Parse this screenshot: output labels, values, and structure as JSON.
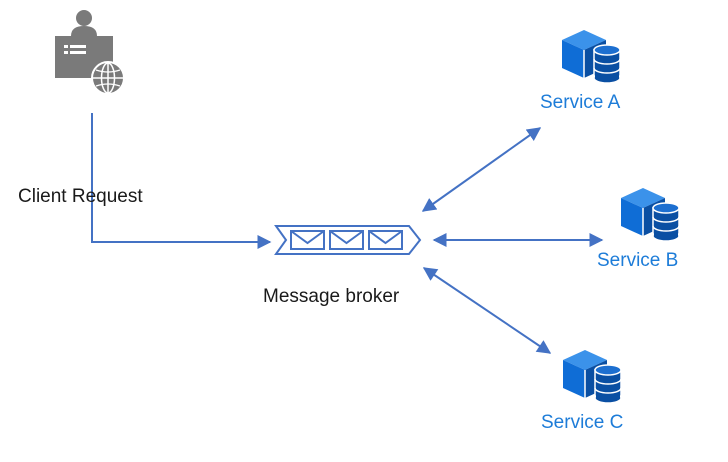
{
  "colors": {
    "connector": "#4472c4",
    "service_blue": "#0f6dd6",
    "service_blue_dark": "#0a4fa3",
    "client_gray": "#7a7a7a",
    "label_dark": "#1a1a1a",
    "label_blue": "#1d7cd8"
  },
  "client": {
    "icon": "client-computer-globe-icon",
    "label": "Client Request"
  },
  "broker": {
    "icon": "message-queue-icon",
    "label": "Message broker"
  },
  "services": [
    {
      "label": "Service A",
      "icon": "service-box-database-icon"
    },
    {
      "label": "Service B",
      "icon": "service-box-database-icon"
    },
    {
      "label": "Service C",
      "icon": "service-box-database-icon"
    }
  ]
}
